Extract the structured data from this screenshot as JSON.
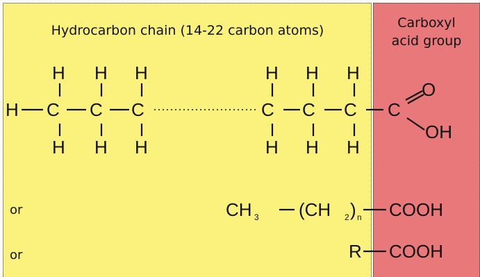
{
  "headers": {
    "hydrocarbon": "Hydrocarbon chain (14-22 carbon atoms)",
    "carboxyl_line1": "Carboxyl",
    "carboxyl_line2": "acid group"
  },
  "atoms": {
    "h": "H",
    "c": "C",
    "o": "O",
    "oh": "OH"
  },
  "formula2": {
    "or_label": "or",
    "ch": "CH",
    "sub3": "3",
    "dash": "—",
    "open_ch": "(CH",
    "sub2": "2",
    "close": ")",
    "subn": "n",
    "cooh": "COOH"
  },
  "formula3": {
    "or_label": "or",
    "r": "R",
    "cooh": "COOH"
  },
  "colors": {
    "hydrocarbon_bg": "#FBF27E",
    "carboxyl_bg": "#E8787A"
  }
}
